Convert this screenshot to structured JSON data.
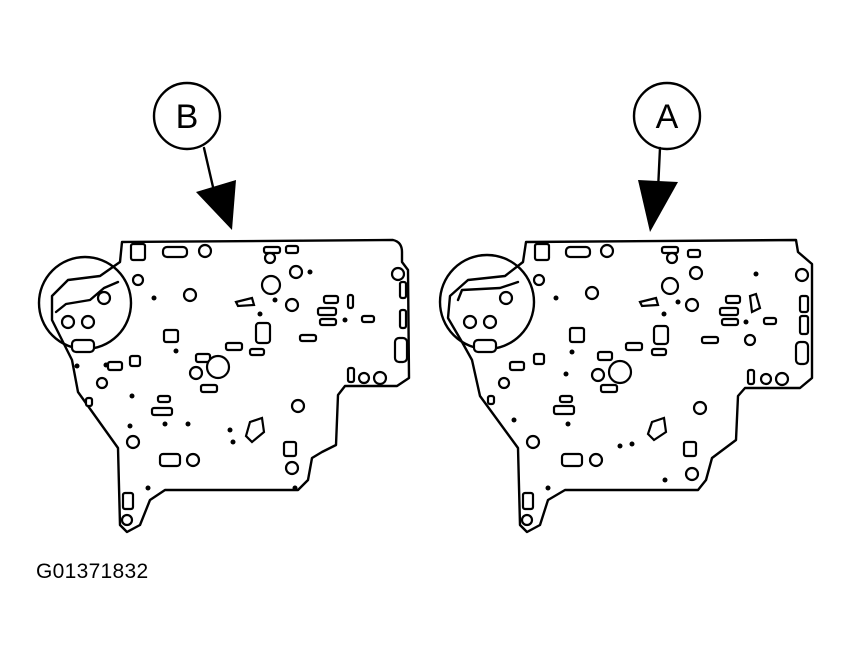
{
  "callouts": {
    "left": "B",
    "right": "A"
  },
  "caption": "G01371832"
}
